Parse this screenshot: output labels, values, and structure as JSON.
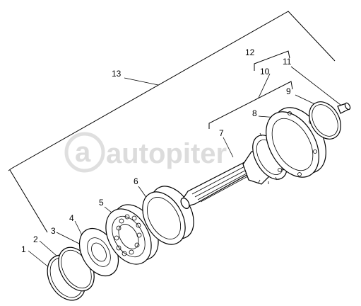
{
  "watermark": {
    "text": "autopiter"
  },
  "labels": [
    {
      "id": "1",
      "text": "1"
    },
    {
      "id": "2",
      "text": "2"
    },
    {
      "id": "3",
      "text": "3"
    },
    {
      "id": "4",
      "text": "4"
    },
    {
      "id": "5",
      "text": "5"
    },
    {
      "id": "6",
      "text": "6"
    },
    {
      "id": "7",
      "text": "7"
    },
    {
      "id": "8",
      "text": "8"
    },
    {
      "id": "9",
      "text": "9"
    },
    {
      "id": "10",
      "text": "10"
    },
    {
      "id": "11",
      "text": "11"
    },
    {
      "id": "12",
      "text": "12"
    },
    {
      "id": "13",
      "text": "13"
    }
  ]
}
